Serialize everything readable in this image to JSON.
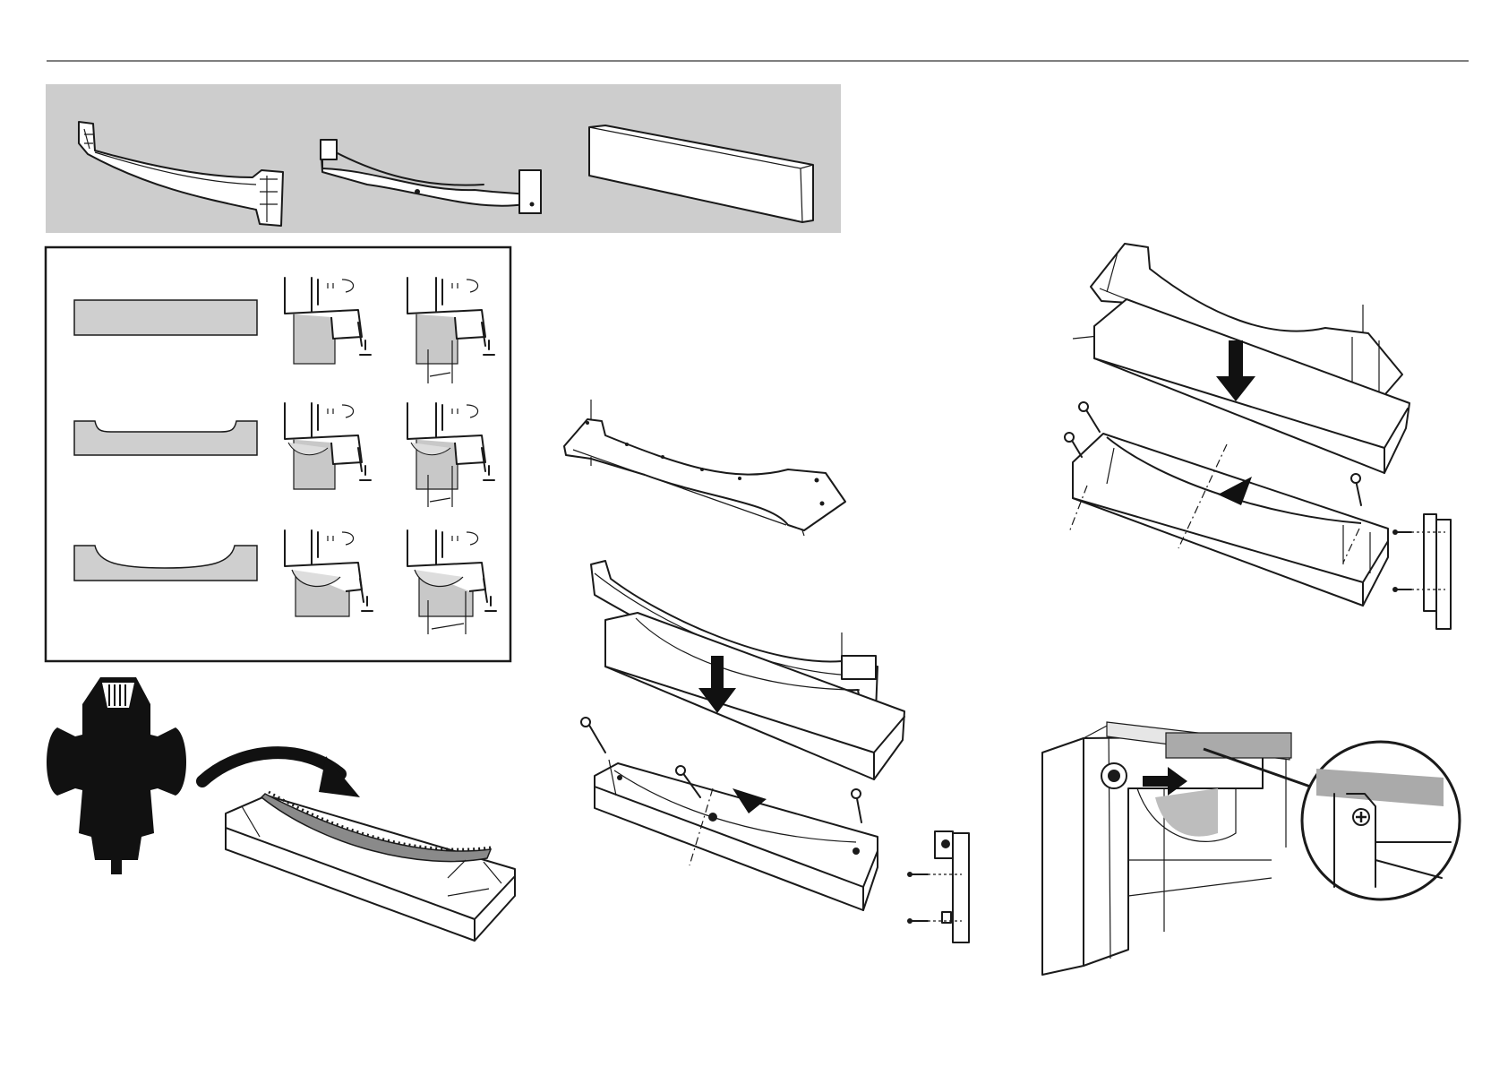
{
  "page": {
    "title": "",
    "colors": {
      "band": "#cdcdcd",
      "ink": "#1a1a1a",
      "panel": "#cfcfcf",
      "routed": "#8a8a8a"
    }
  },
  "sections": {
    "parts_band": {
      "items": [
        "plinth-template",
        "door-bracket",
        "wooden-plinth-panel"
      ]
    },
    "panel_profiles": {
      "rows": [
        "straight",
        "shallow-cutout",
        "deep-cutout"
      ]
    },
    "steps": [
      "route-cutout",
      "template-flat",
      "fit-bracket",
      "fit-template",
      "install-plinth"
    ]
  },
  "icons": [
    "router-icon",
    "arrow-down-icon",
    "screw-icon",
    "curved-arrow-icon",
    "magnifier-detail-icon"
  ]
}
